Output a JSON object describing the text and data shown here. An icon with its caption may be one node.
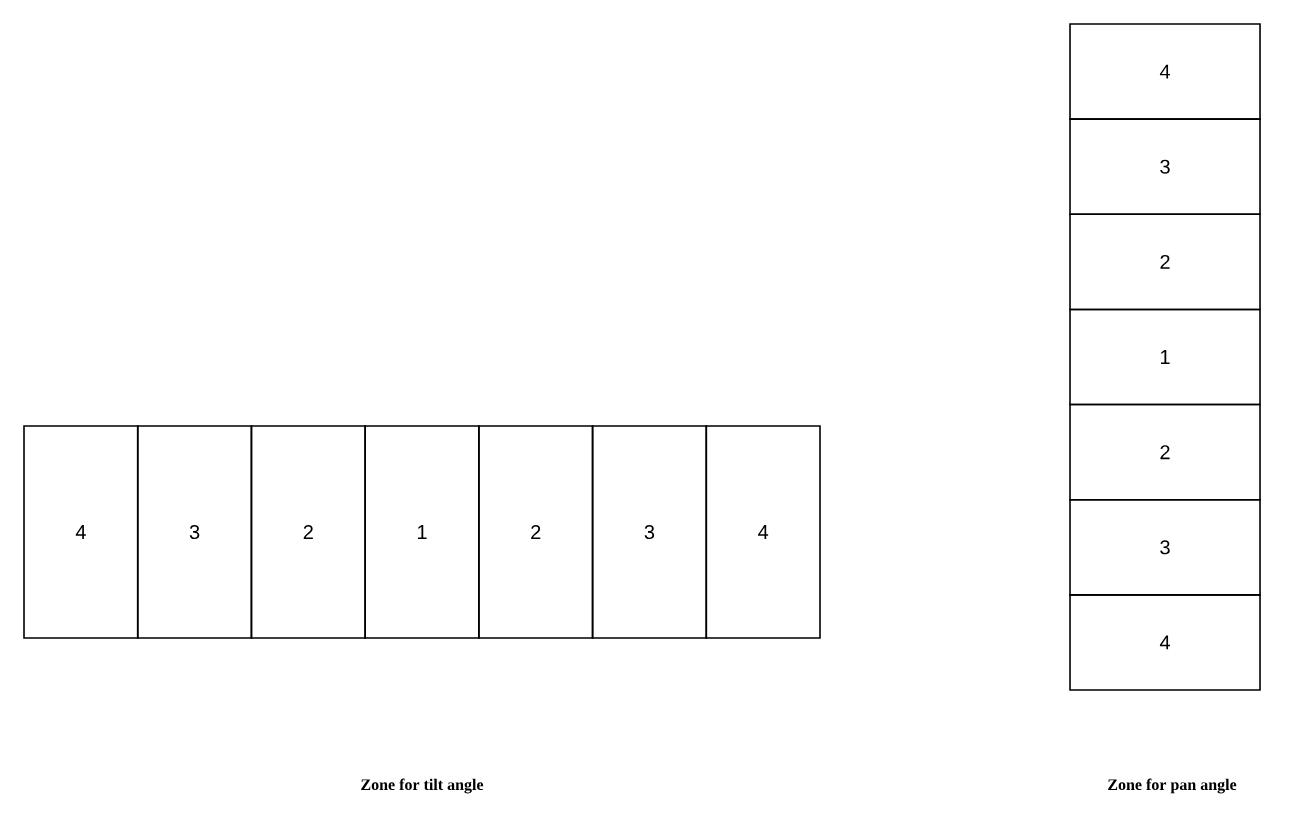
{
  "diagram": {
    "nodes": [
      {
        "text": [
          "4"
        ]
      },
      {
        "text": [
          "3"
        ]
      },
      {
        "text": [
          "2"
        ]
      },
      {
        "text": [
          "1"
        ]
      },
      {
        "text": [
          "2"
        ]
      },
      {
        "text": [
          "3"
        ]
      },
      {
        "text": [
          "4"
        ]
      },
      {
        "text": [
          "4"
        ]
      },
      {
        "text": [
          "3"
        ]
      },
      {
        "text": [
          "2"
        ]
      },
      {
        "text": [
          "1"
        ]
      },
      {
        "text": [
          "2"
        ]
      },
      {
        "text": [
          "3"
        ]
      },
      {
        "text": [
          "4"
        ]
      }
    ],
    "labels": [
      "Zone for tilt angle",
      "Zone for pan angle"
    ]
  }
}
